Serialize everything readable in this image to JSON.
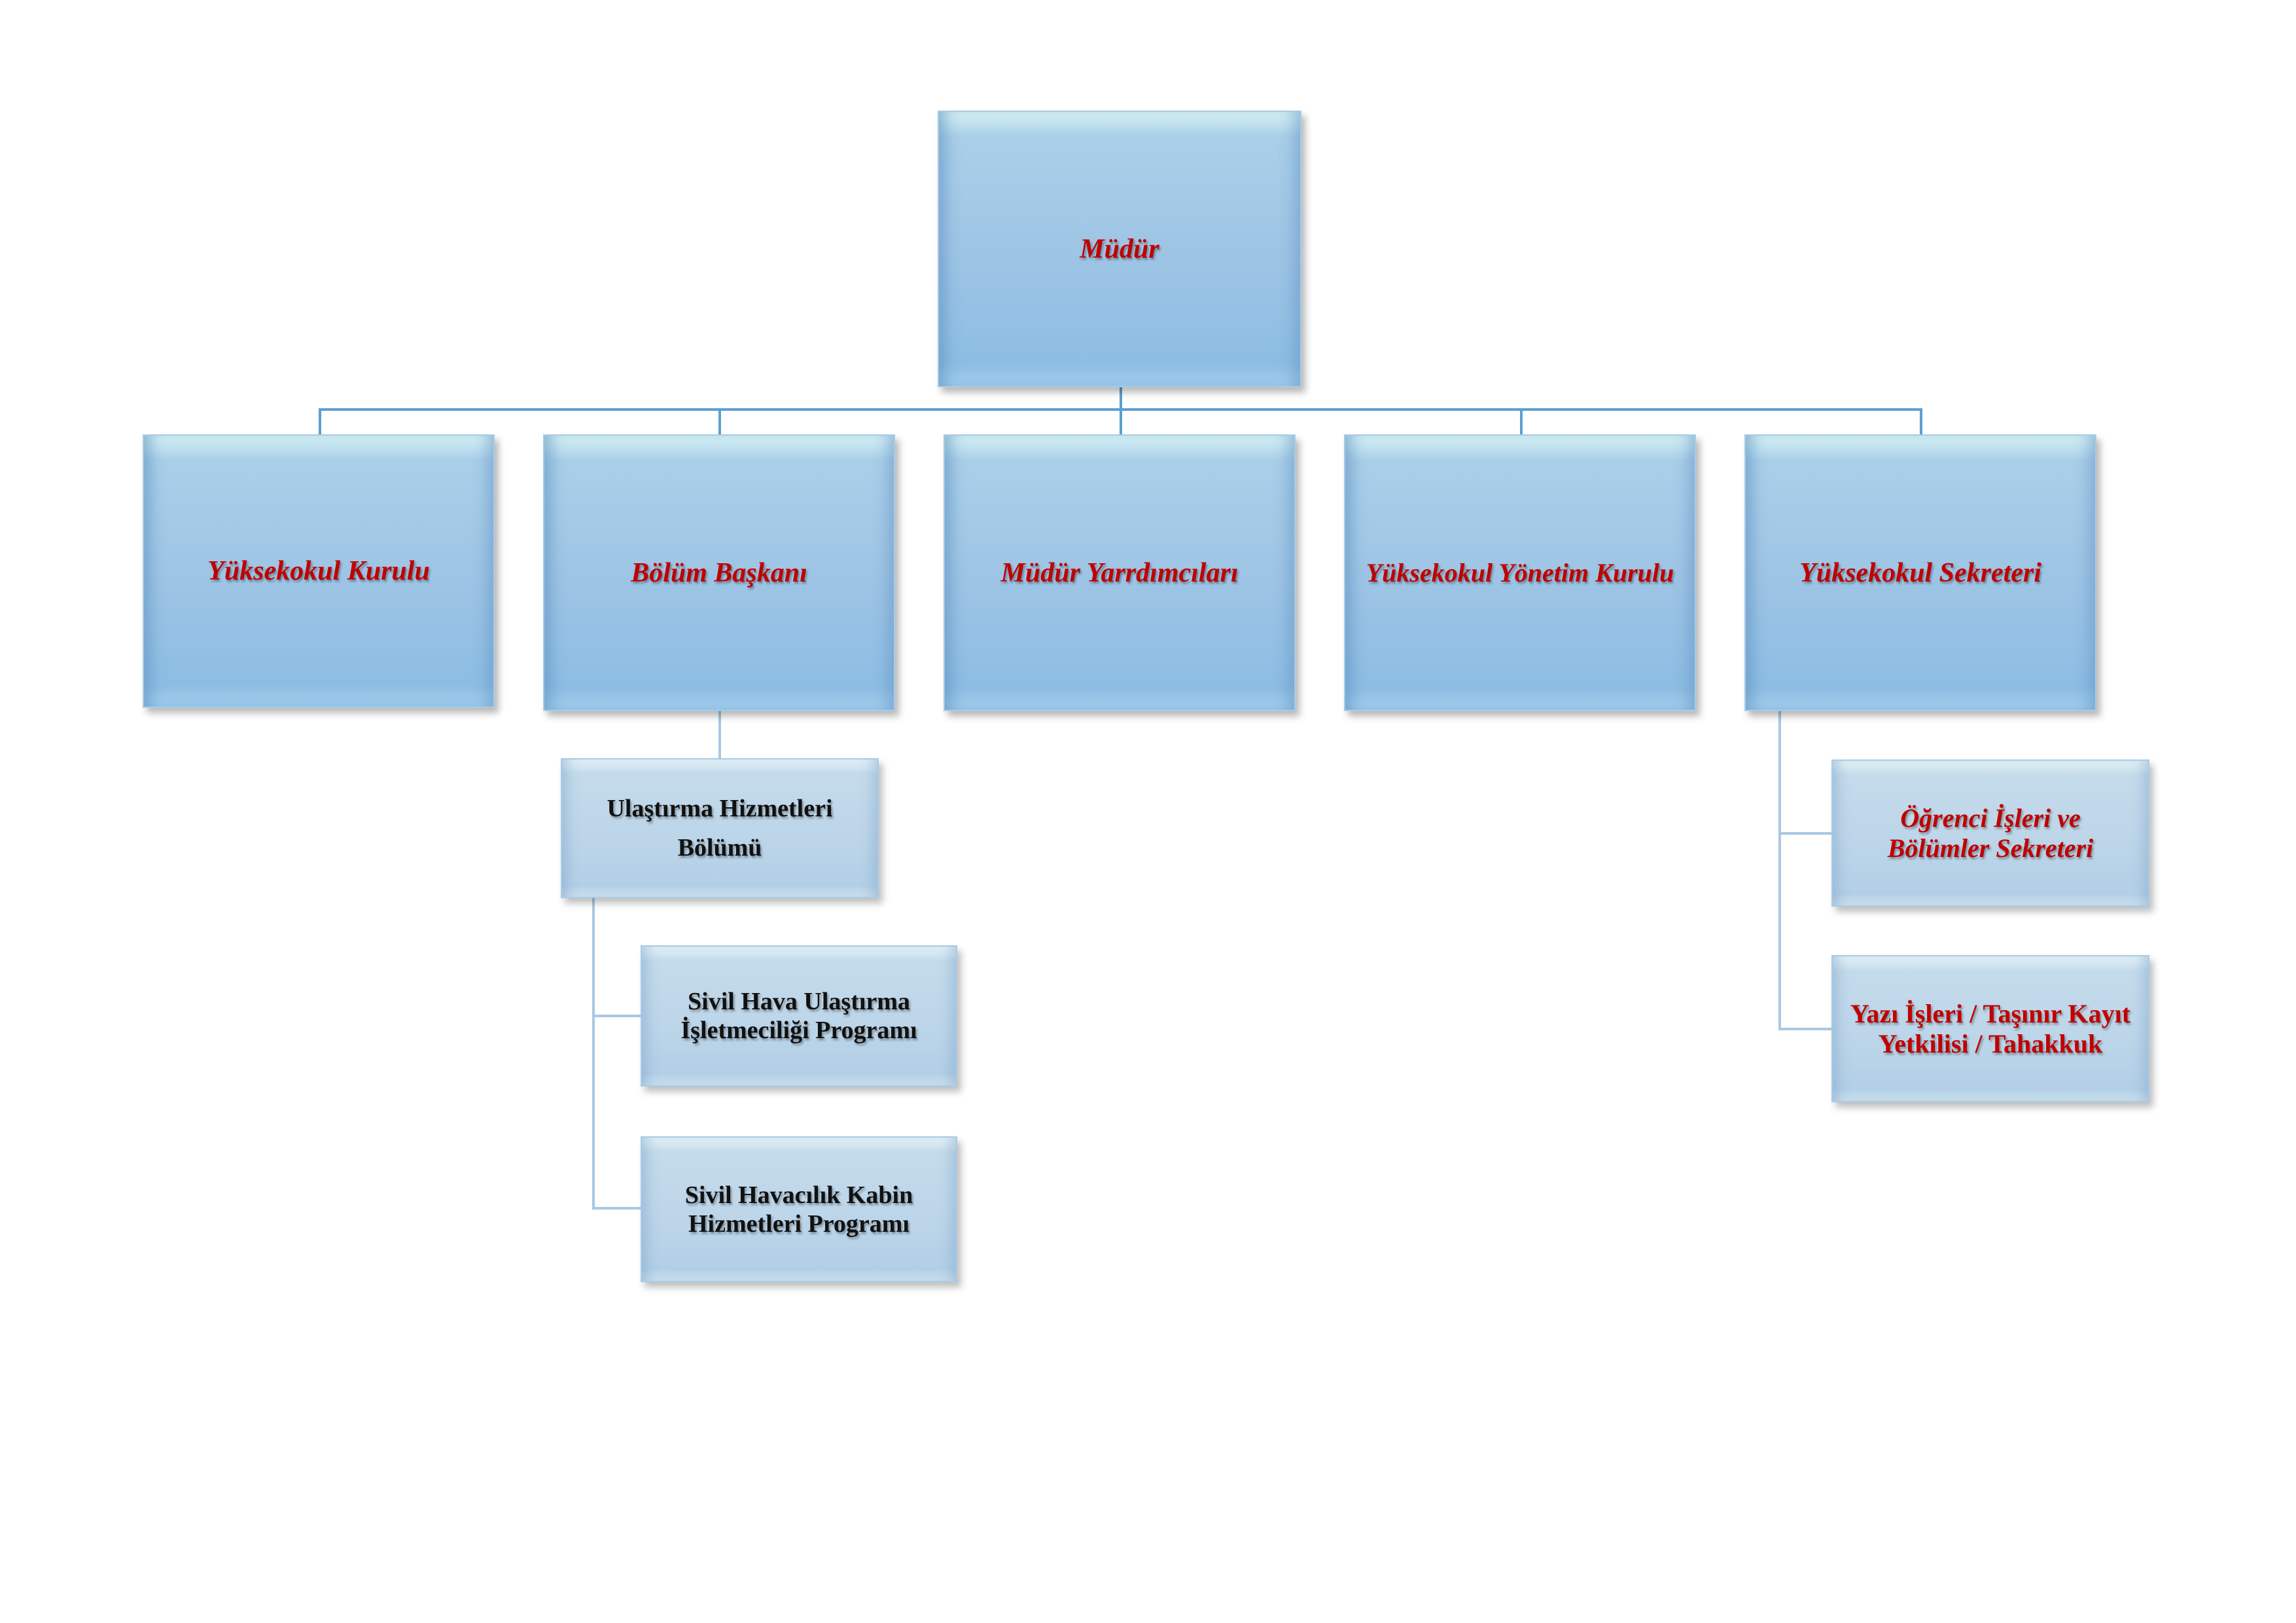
{
  "root": {
    "label": "Müdür"
  },
  "level2": [
    {
      "label": "Yüksekokul Kurulu"
    },
    {
      "label": "Bölüm Başkanı"
    },
    {
      "label": "Müdür Yarrdımcıları"
    },
    {
      "label": "Yüksekokul Yönetim Kurulu"
    },
    {
      "label": "Yüksekokul Sekreteri"
    }
  ],
  "department": {
    "label": "Ulaştırma Hizmetleri Bölümü"
  },
  "programs": [
    {
      "label": "Sivil Hava Ulaştırma İşletmeciliği Programı"
    },
    {
      "label": "Sivil Havacılık Kabin Hizmetleri Programı"
    }
  ],
  "secretariat": [
    {
      "label": "Öğrenci İşleri ve Bölümler Sekreteri"
    },
    {
      "label": "Yazı İşleri / Taşınır Kayıt Yetkilisi / Tahakkuk"
    }
  ],
  "colors": {
    "label_red": "#c00000",
    "connector": "#5aa0d0",
    "box_blue": "#9fc5e5"
  }
}
